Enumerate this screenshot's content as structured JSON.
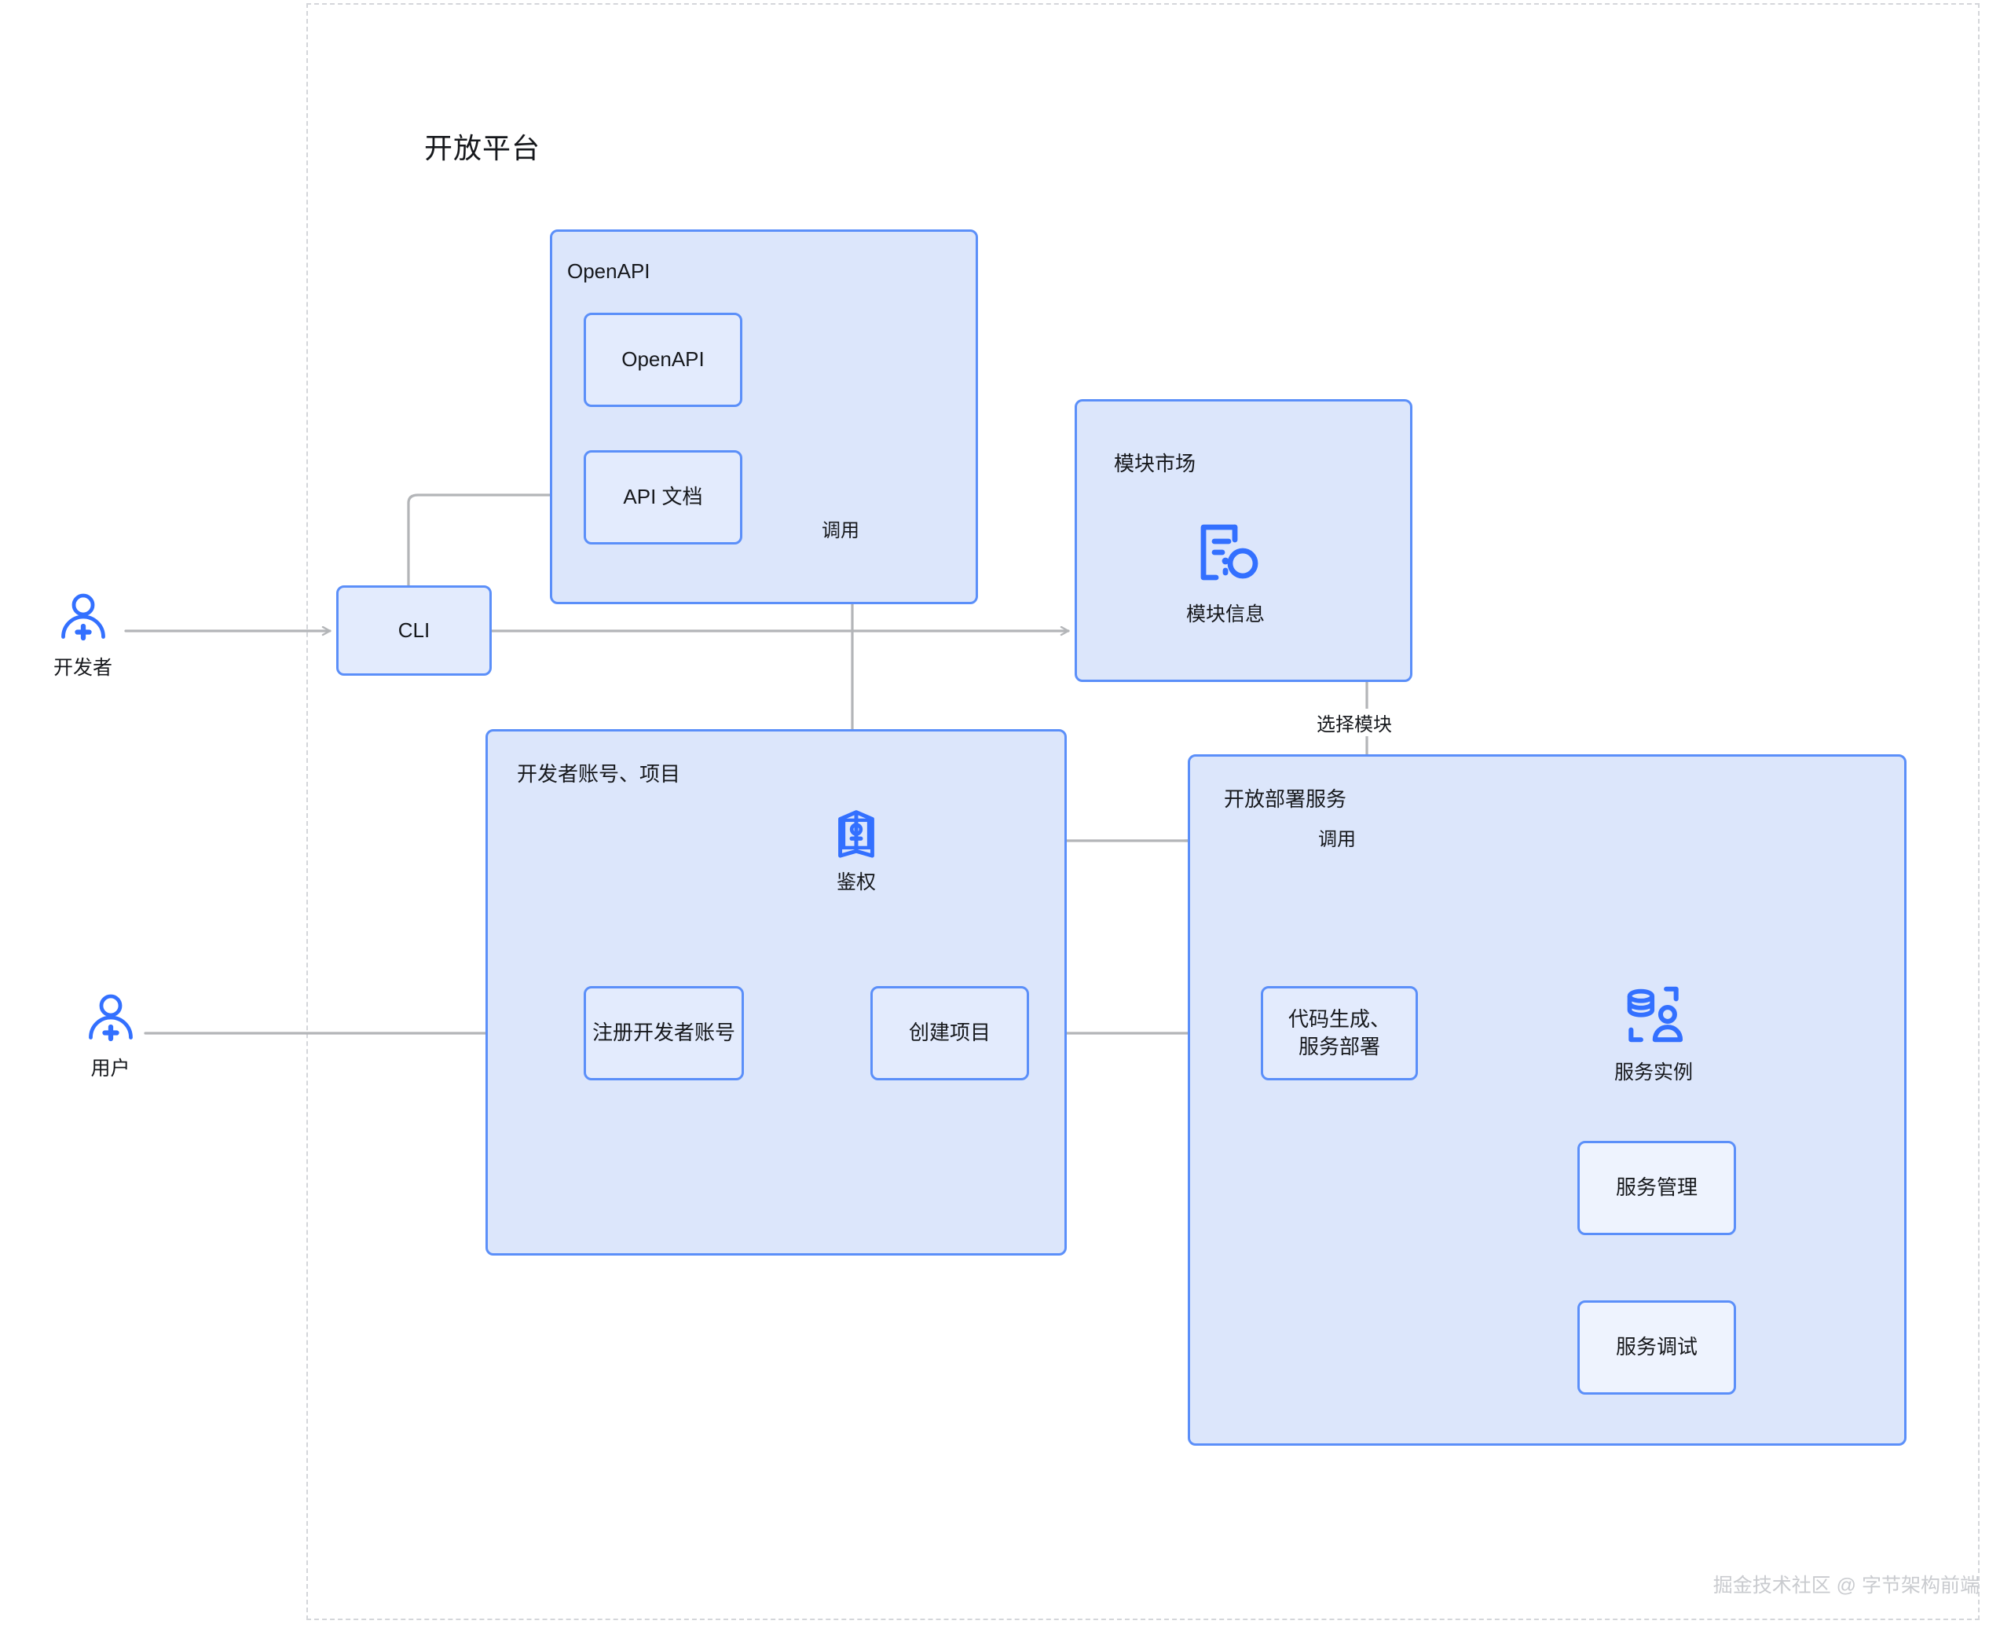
{
  "diagram": {
    "platform": {
      "title": "开放平台",
      "frame_style": "dashed"
    },
    "actors": [
      {
        "id": "developer",
        "label": "开发者",
        "icon": "user-plus-icon"
      },
      {
        "id": "user",
        "label": "用户",
        "icon": "user-plus-icon"
      }
    ],
    "nodes": {
      "cli": {
        "label": "CLI"
      },
      "openapi_group": {
        "label": "OpenAPI"
      },
      "openapi": {
        "label": "OpenAPI"
      },
      "api_doc": {
        "label": "API 文档"
      },
      "module_market_group": {
        "label": "模块市场"
      },
      "module_info": {
        "label": "模块信息",
        "icon": "module-info-icon"
      },
      "dev_account_group": {
        "label": "开发者账号、项目"
      },
      "auth": {
        "label": "鉴权",
        "icon": "id-card-icon"
      },
      "register_account": {
        "label": "注册开发者账号"
      },
      "create_project": {
        "label": "创建项目"
      },
      "deploy_service_group": {
        "label": "开放部署服务"
      },
      "codegen_deploy": {
        "label_line1": "代码生成、",
        "label_line2": "服务部署"
      },
      "service_instance": {
        "label": "服务实例",
        "icon": "database-user-icon"
      },
      "service_manage": {
        "label": "服务管理"
      },
      "service_debug": {
        "label": "服务调试"
      }
    },
    "edge_labels": {
      "call_openapi": "调用",
      "select_module": "选择模块",
      "call_deploy": "调用"
    },
    "watermark": "掘金技术社区 @ 字节架构前端",
    "colors": {
      "node_border": "#5b8ff9",
      "group_fill": "#dce6fb",
      "node_fill": "#e3ebfd",
      "icon_blue": "#3370ff",
      "wire_gray": "#b3b5b8",
      "frame_dash": "#d4d6da",
      "text": "#16181c"
    }
  }
}
